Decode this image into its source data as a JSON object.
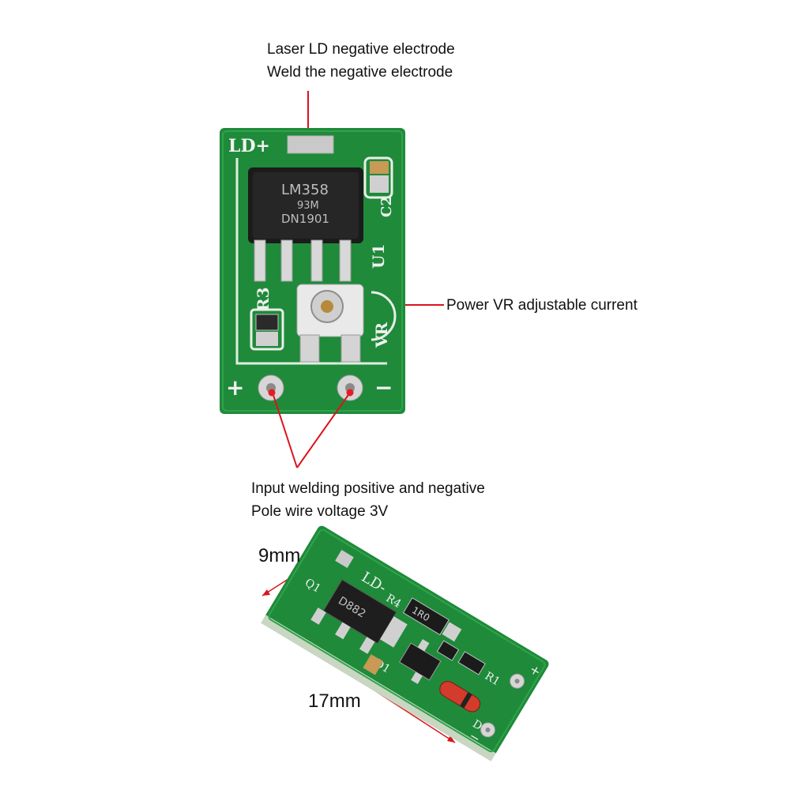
{
  "captions": {
    "top_line1": "Laser LD negative electrode",
    "top_line2": "Weld the negative electrode",
    "vr_label": "Power VR adjustable current",
    "input_line1": "Input welding positive and negative",
    "input_line2": "Pole wire voltage 3V"
  },
  "board_top": {
    "ld_label": "LD+",
    "chip_line1": "LM358",
    "chip_line2": "93M",
    "chip_line3": "DN1901",
    "cap_label": "C2",
    "u1_label": "U1",
    "r_label": "R3",
    "vr_label": "VR",
    "plus": "+",
    "minus": "−"
  },
  "board_bottom": {
    "ld_label": "LD-",
    "r4_label": "R4",
    "q_label": "Q1",
    "d1_label": "D1",
    "r1_label": "R1",
    "d2_label": "D2",
    "plus": "+",
    "minus": "−",
    "chip_text": "D882",
    "small_text": "1R0"
  },
  "dimensions": {
    "width": "9mm",
    "length": "17mm"
  },
  "colors": {
    "pcb_green": "#1f8a3a",
    "pointer_red": "#d9141c"
  }
}
